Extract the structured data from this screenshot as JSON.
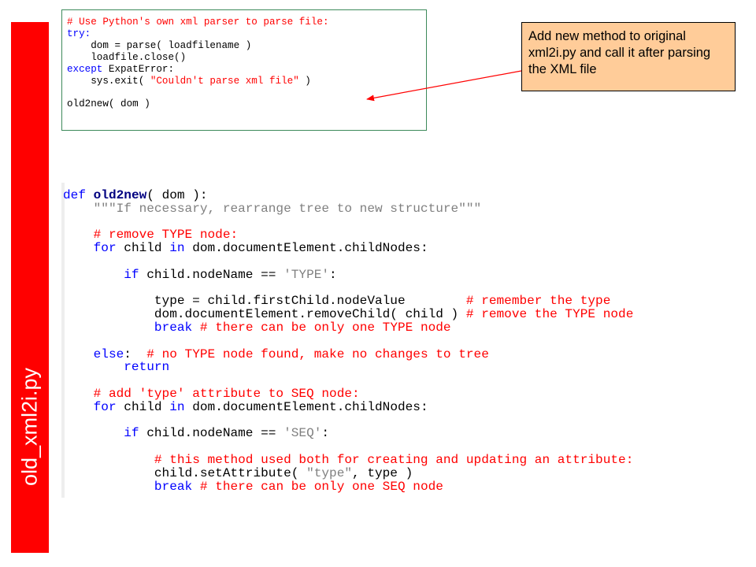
{
  "side_title": "old_xml2i.py",
  "callout": {
    "text": "Add new method to original xml2i.py and call it after parsing the XML file"
  },
  "top_code": [
    [
      {
        "t": "# Use Python's own xml parser to parse file:",
        "c": "cm"
      }
    ],
    [
      {
        "t": "try:",
        "c": "kw"
      }
    ],
    [
      {
        "t": "    dom = parse( loadfilename )",
        "c": ""
      }
    ],
    [
      {
        "t": "    loadfile.close()",
        "c": ""
      }
    ],
    [
      {
        "t": "except",
        "c": "kw"
      },
      {
        "t": " ExpatError:",
        "c": ""
      }
    ],
    [
      {
        "t": "    sys.exit( ",
        "c": ""
      },
      {
        "t": "\"Couldn't parse xml file\"",
        "c": "st2"
      },
      {
        "t": " )",
        "c": ""
      }
    ],
    [
      {
        "t": "",
        "c": ""
      }
    ],
    [
      {
        "t": "old2new( dom )",
        "c": ""
      }
    ]
  ],
  "main_code": [
    [
      {
        "t": "def",
        "c": "kw"
      },
      {
        "t": " ",
        "c": ""
      },
      {
        "t": "old2new",
        "c": "fn"
      },
      {
        "t": "( dom ):",
        "c": ""
      }
    ],
    [
      {
        "t": "    ",
        "c": ""
      },
      {
        "t": "\"\"\"If necessary, rearrange tree to new structure\"\"\"",
        "c": "st"
      }
    ],
    [
      {
        "t": "",
        "c": ""
      }
    ],
    [
      {
        "t": "    ",
        "c": ""
      },
      {
        "t": "# remove TYPE node:",
        "c": "cm"
      }
    ],
    [
      {
        "t": "    ",
        "c": ""
      },
      {
        "t": "for",
        "c": "kw"
      },
      {
        "t": " child ",
        "c": ""
      },
      {
        "t": "in",
        "c": "kw"
      },
      {
        "t": " dom.documentElement.childNodes:",
        "c": ""
      }
    ],
    [
      {
        "t": "",
        "c": ""
      }
    ],
    [
      {
        "t": "        ",
        "c": ""
      },
      {
        "t": "if",
        "c": "kw"
      },
      {
        "t": " child.nodeName == ",
        "c": ""
      },
      {
        "t": "'TYPE'",
        "c": "st"
      },
      {
        "t": ":",
        "c": ""
      }
    ],
    [
      {
        "t": "",
        "c": ""
      }
    ],
    [
      {
        "t": "            type = child.firstChild.nodeValue        ",
        "c": ""
      },
      {
        "t": "# remember the type",
        "c": "cm"
      }
    ],
    [
      {
        "t": "            dom.documentElement.removeChild( child ) ",
        "c": ""
      },
      {
        "t": "# remove the TYPE node",
        "c": "cm"
      }
    ],
    [
      {
        "t": "            ",
        "c": ""
      },
      {
        "t": "break",
        "c": "kw"
      },
      {
        "t": " ",
        "c": ""
      },
      {
        "t": "# there can be only one TYPE node",
        "c": "cm"
      }
    ],
    [
      {
        "t": "",
        "c": ""
      }
    ],
    [
      {
        "t": "    ",
        "c": ""
      },
      {
        "t": "else",
        "c": "kw"
      },
      {
        "t": ":  ",
        "c": ""
      },
      {
        "t": "# no TYPE node found, make no changes to tree",
        "c": "cm"
      }
    ],
    [
      {
        "t": "        ",
        "c": ""
      },
      {
        "t": "return",
        "c": "kw"
      }
    ],
    [
      {
        "t": "",
        "c": ""
      }
    ],
    [
      {
        "t": "    ",
        "c": ""
      },
      {
        "t": "# add 'type' attribute to SEQ node:",
        "c": "cm"
      }
    ],
    [
      {
        "t": "    ",
        "c": ""
      },
      {
        "t": "for",
        "c": "kw"
      },
      {
        "t": " child ",
        "c": ""
      },
      {
        "t": "in",
        "c": "kw"
      },
      {
        "t": " dom.documentElement.childNodes:",
        "c": ""
      }
    ],
    [
      {
        "t": "",
        "c": ""
      }
    ],
    [
      {
        "t": "        ",
        "c": ""
      },
      {
        "t": "if",
        "c": "kw"
      },
      {
        "t": " child.nodeName == ",
        "c": ""
      },
      {
        "t": "'SEQ'",
        "c": "st"
      },
      {
        "t": ":",
        "c": ""
      }
    ],
    [
      {
        "t": "",
        "c": ""
      }
    ],
    [
      {
        "t": "            ",
        "c": ""
      },
      {
        "t": "# this method used both for creating and updating an attribute:",
        "c": "cm"
      }
    ],
    [
      {
        "t": "            child.setAttribute( ",
        "c": ""
      },
      {
        "t": "\"type\"",
        "c": "st"
      },
      {
        "t": ", type )",
        "c": ""
      }
    ],
    [
      {
        "t": "            ",
        "c": ""
      },
      {
        "t": "break",
        "c": "kw"
      },
      {
        "t": " ",
        "c": ""
      },
      {
        "t": "# there can be only one SEQ node",
        "c": "cm"
      }
    ]
  ],
  "colors": {
    "banner": "#ff0000",
    "callout_bg": "#ffcc99",
    "arrow": "#ff0000",
    "keyword": "#0000ff",
    "comment": "#ff0000",
    "string": "#808080"
  }
}
